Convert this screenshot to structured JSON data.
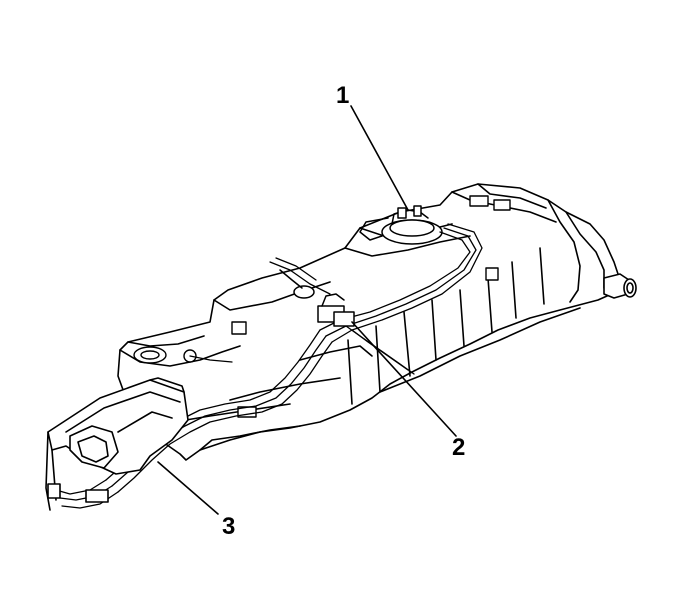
{
  "diagram": {
    "callouts": [
      {
        "id": "1",
        "label": "1"
      },
      {
        "id": "2",
        "label": "2"
      },
      {
        "id": "3",
        "label": "3"
      }
    ],
    "colors": {
      "line": "#000000",
      "background": "#ffffff",
      "tank_fill": "#ffffff"
    }
  }
}
